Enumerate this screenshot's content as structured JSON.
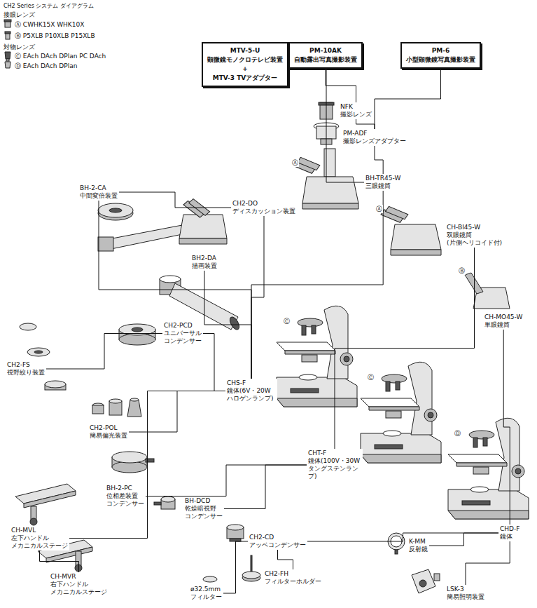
{
  "diagram": {
    "title": "CH2 Series システム ダイアグラム",
    "nodes": [
      {
        "text": [
          "MTV-5-U",
          "顕微鏡モノクロテレビ装置",
          "+",
          "MTV-3 TVアダプター"
        ]
      },
      {
        "text": [
          "PM-10AK",
          "自動露出写真撮影装置"
        ]
      },
      {
        "text": [
          "PM-6",
          "小型顕微鏡写真撮影装置"
        ]
      },
      {
        "text": [
          "NFK",
          "撮影レンズ"
        ]
      },
      {
        "text": [
          "PM-ADF",
          "撮影レンズアダプター"
        ]
      },
      {
        "text": [
          "BH-TR45-W",
          "三眼鏡筒"
        ]
      },
      {
        "text": [
          "CH-BI45-W",
          "双眼鏡筒",
          "(片側ヘリコイド付)"
        ]
      },
      {
        "text": [
          "CH-MO45-W",
          "単眼鏡筒"
        ]
      },
      {
        "text": [
          "BH-2-CA",
          "中間変倍装置"
        ]
      },
      {
        "text": [
          "CH2-DO",
          "ディスカッション装置"
        ]
      },
      {
        "text": [
          "BH2-DA",
          "描画装置"
        ]
      },
      {
        "text": [
          "CH2-PCD",
          "ユニバーサル",
          "コンデンサー"
        ]
      },
      {
        "text": [
          "CH2-FS",
          "視野絞り装置"
        ]
      },
      {
        "text": [
          "CH2-POL",
          "簡易偏光装置"
        ]
      },
      {
        "text": [
          "CHS-F",
          "鏡体(6V・20W ハロゲンランプ)"
        ]
      },
      {
        "text": [
          "CHT-F",
          "鏡体(100V・30W タングステンランプ)"
        ]
      },
      {
        "text": [
          "CHD-F",
          "鏡体"
        ]
      },
      {
        "text": [
          "BH-2-PC",
          "位相差装置",
          "コンデンサー"
        ]
      },
      {
        "text": [
          "BH-DCD",
          "乾燥暗視野",
          "コンデンサー"
        ]
      },
      {
        "text": [
          "CH-MVL",
          "左下ハンドル",
          "メカニカルステージ"
        ]
      },
      {
        "text": [
          "CH-MVR",
          "右下ハンドル",
          "メカニカルステージ"
        ]
      },
      {
        "text": [
          "CH2-CD",
          "アッベコンデンサー"
        ]
      },
      {
        "text": [
          "K-MM",
          "反射鏡"
        ]
      },
      {
        "text": [
          "LSK-3",
          "簡易照明装置"
        ]
      },
      {
        "text": [
          "ø32.5mm",
          "フィルター"
        ]
      },
      {
        "text": [
          "CH2-FH",
          "フィルターホルダー"
        ]
      }
    ],
    "edges": [
      {
        "from": 0,
        "to": 5,
        "arrow": "none"
      },
      {
        "from": 1,
        "to": 3,
        "arrow": "none"
      },
      {
        "from": 2,
        "to": 4,
        "arrow": "none"
      },
      {
        "from": 3,
        "to": 4,
        "arrow": "none"
      },
      {
        "from": 4,
        "to": 5,
        "arrow": "none"
      },
      {
        "from": 5,
        "to": 14,
        "arrow": "none"
      },
      {
        "from": 6,
        "to": 15,
        "arrow": "none"
      },
      {
        "from": 7,
        "to": 16,
        "arrow": "none"
      },
      {
        "from": 8,
        "to": 9,
        "arrow": "none"
      },
      {
        "from": 8,
        "to": 14,
        "arrow": "none"
      },
      {
        "from": 9,
        "to": 14,
        "arrow": "none"
      },
      {
        "from": 10,
        "to": 14,
        "arrow": "none"
      },
      {
        "from": 11,
        "to": 14,
        "arrow": "none"
      },
      {
        "from": 12,
        "to": 11,
        "arrow": "none"
      },
      {
        "from": 13,
        "to": 14,
        "arrow": "none"
      },
      {
        "from": 17,
        "to": 15,
        "arrow": "none"
      },
      {
        "from": 18,
        "to": 15,
        "arrow": "none"
      },
      {
        "from": 19,
        "to": 14,
        "arrow": "none"
      },
      {
        "from": 20,
        "to": 19,
        "arrow": "none"
      },
      {
        "from": 21,
        "to": 16,
        "arrow": "none"
      },
      {
        "from": 21,
        "to": 24,
        "arrow": "none"
      },
      {
        "from": 21,
        "to": 25,
        "arrow": "none"
      },
      {
        "from": 22,
        "to": 16,
        "arrow": "none"
      },
      {
        "from": 23,
        "to": 16,
        "arrow": "none"
      }
    ],
    "labels": [
      "接眼レンズ",
      "Ⓐ CWHK15X WHK10X",
      "Ⓑ P5XLB P10XLB P15XLB",
      "対物レンズ",
      "Ⓒ EAch DAch DPlan PC DAch",
      "Ⓓ EAch DAch DPlan",
      "Ⓐ",
      "Ⓐ",
      "Ⓑ",
      "Ⓒ",
      "Ⓒ",
      "Ⓓ"
    ]
  }
}
